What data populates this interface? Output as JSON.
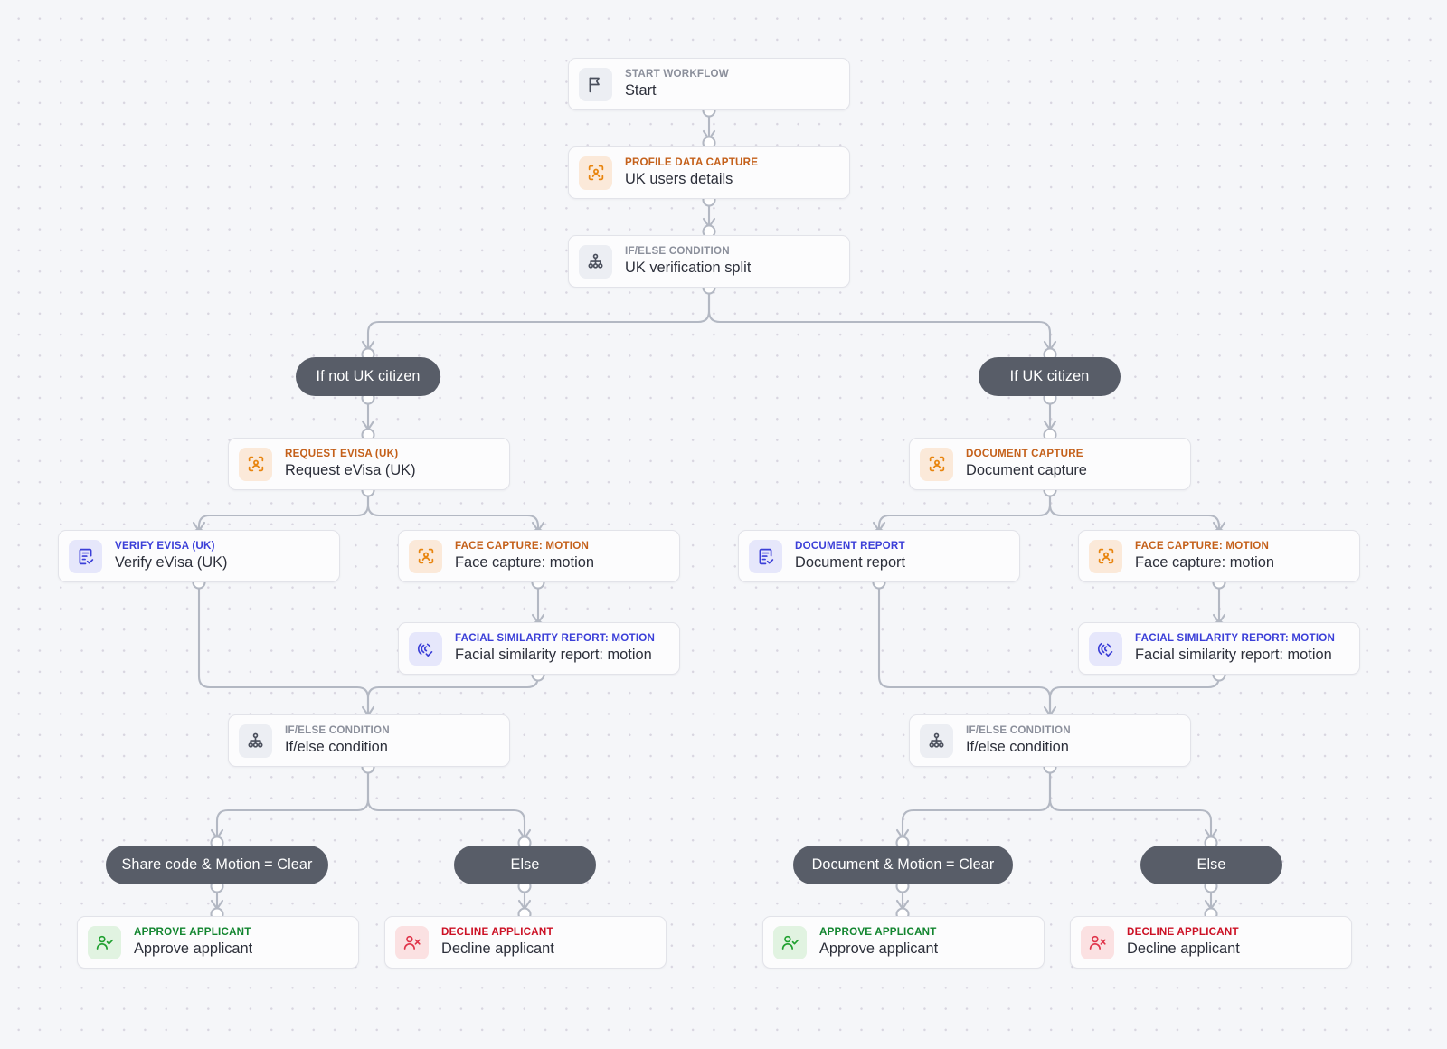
{
  "canvas": {
    "background_color": "#f5f6f9",
    "dot_color": "#d8d5e0",
    "wire_color": "#b3b8c3"
  },
  "palette": {
    "orange": "#c4601a",
    "indigo": "#3b3fd8",
    "green": "#12852f",
    "red": "#cc1024",
    "grey": "#8b8f9b",
    "pill": "#585d68"
  },
  "nodes": {
    "start": {
      "kicker": "START WORKFLOW",
      "title": "Start",
      "icon": "flag-icon"
    },
    "profile_capture": {
      "kicker": "PROFILE DATA CAPTURE",
      "title": "UK users details",
      "icon": "face-frame-icon"
    },
    "uk_split": {
      "kicker": "IF/ELSE CONDITION",
      "title": "UK verification split",
      "icon": "branch-icon"
    },
    "request_evisa": {
      "kicker": "REQUEST EVISA (UK)",
      "title": "Request eVisa (UK)",
      "icon": "face-frame-icon"
    },
    "verify_evisa": {
      "kicker": "VERIFY EVISA (UK)",
      "title": "Verify eVisa (UK)",
      "icon": "report-check-icon"
    },
    "face_capture_left": {
      "kicker": "FACE CAPTURE: MOTION",
      "title": "Face capture: motion",
      "icon": "face-frame-icon"
    },
    "facial_sim_left": {
      "kicker": "FACIAL SIMILARITY REPORT: MOTION",
      "title": "Facial similarity report: motion",
      "icon": "fingerprint-check-icon"
    },
    "ifelse_left": {
      "kicker": "IF/ELSE CONDITION",
      "title": "If/else condition",
      "icon": "branch-icon"
    },
    "approve_left": {
      "kicker": "APPROVE APPLICANT",
      "title": "Approve applicant",
      "icon": "user-check-icon"
    },
    "decline_left": {
      "kicker": "DECLINE APPLICANT",
      "title": "Decline applicant",
      "icon": "user-x-icon"
    },
    "document_capture": {
      "kicker": "DOCUMENT CAPTURE",
      "title": "Document capture",
      "icon": "face-frame-icon"
    },
    "document_report": {
      "kicker": "DOCUMENT REPORT",
      "title": "Document report",
      "icon": "report-check-icon"
    },
    "face_capture_right": {
      "kicker": "FACE CAPTURE: MOTION",
      "title": "Face capture: motion",
      "icon": "face-frame-icon"
    },
    "facial_sim_right": {
      "kicker": "FACIAL SIMILARITY REPORT: MOTION",
      "title": "Facial similarity report: motion",
      "icon": "fingerprint-check-icon"
    },
    "ifelse_right": {
      "kicker": "IF/ELSE CONDITION",
      "title": "If/else condition",
      "icon": "branch-icon"
    },
    "approve_right": {
      "kicker": "APPROVE APPLICANT",
      "title": "Approve applicant",
      "icon": "user-check-icon"
    },
    "decline_right": {
      "kicker": "DECLINE APPLICANT",
      "title": "Decline applicant",
      "icon": "user-x-icon"
    }
  },
  "pills": {
    "not_uk": "If not UK citizen",
    "uk": "If UK citizen",
    "share_code_clear": "Share code & Motion = Clear",
    "else_left": "Else",
    "document_clear": "Document & Motion = Clear",
    "else_right": "Else"
  }
}
